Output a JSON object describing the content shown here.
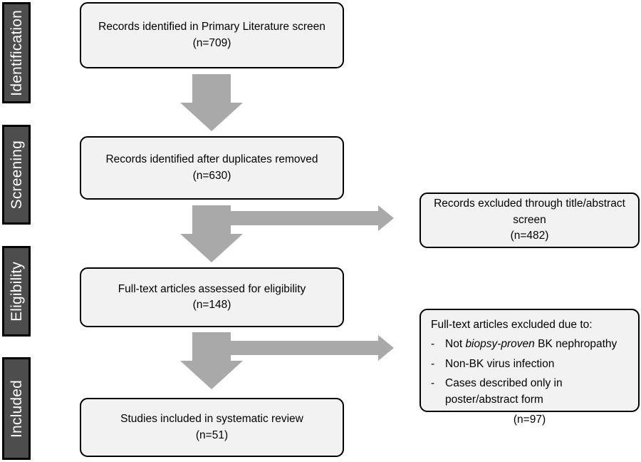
{
  "diagram": {
    "type": "prisma-flow-diagram",
    "colors": {
      "box_fill": "#f2f2f2",
      "box_border": "#000000",
      "stage_fill": "#4d4d4d",
      "stage_text": "#ffffff",
      "arrow": "#a9a9a9",
      "background": "#ffffff"
    },
    "stages": [
      {
        "label": "Identification"
      },
      {
        "label": "Screening"
      },
      {
        "label": "Eligibility"
      },
      {
        "label": "Included"
      }
    ],
    "boxes": {
      "identified": {
        "line1": "Records identified in Primary Literature screen",
        "count": "(n=709)",
        "n": 709
      },
      "deduplicated": {
        "line1": "Records identified after duplicates removed",
        "count": "(n=630)",
        "n": 630
      },
      "excluded_title_abstract": {
        "line1": "Records excluded through title/abstract",
        "line2": "screen",
        "count": "(n=482)",
        "n": 482
      },
      "fulltext_assessed": {
        "line1": "Full-text articles assessed for eligibility",
        "count": "(n=148)",
        "n": 148
      },
      "fulltext_excluded": {
        "heading": "Full-text articles excluded due to:",
        "dash": "-",
        "reasons": [
          {
            "pre": "Not ",
            "em": "biopsy-proven",
            "post": " BK nephropathy"
          },
          {
            "pre": "Non-BK virus infection",
            "em": "",
            "post": ""
          },
          {
            "pre": "Cases described only in poster/abstract form",
            "em": "",
            "post": ""
          }
        ],
        "count": "(n=97)",
        "n": 97
      },
      "included": {
        "line1": "Studies included in systematic review",
        "count": "(n=51)",
        "n": 51
      }
    },
    "arrows": [
      {
        "name": "identified-to-deduplicated",
        "direction": "down"
      },
      {
        "name": "deduplicated-to-fulltext",
        "direction": "down"
      },
      {
        "name": "deduplicated-to-excluded",
        "direction": "right"
      },
      {
        "name": "fulltext-to-included",
        "direction": "down"
      },
      {
        "name": "fulltext-to-excluded",
        "direction": "right"
      }
    ]
  }
}
